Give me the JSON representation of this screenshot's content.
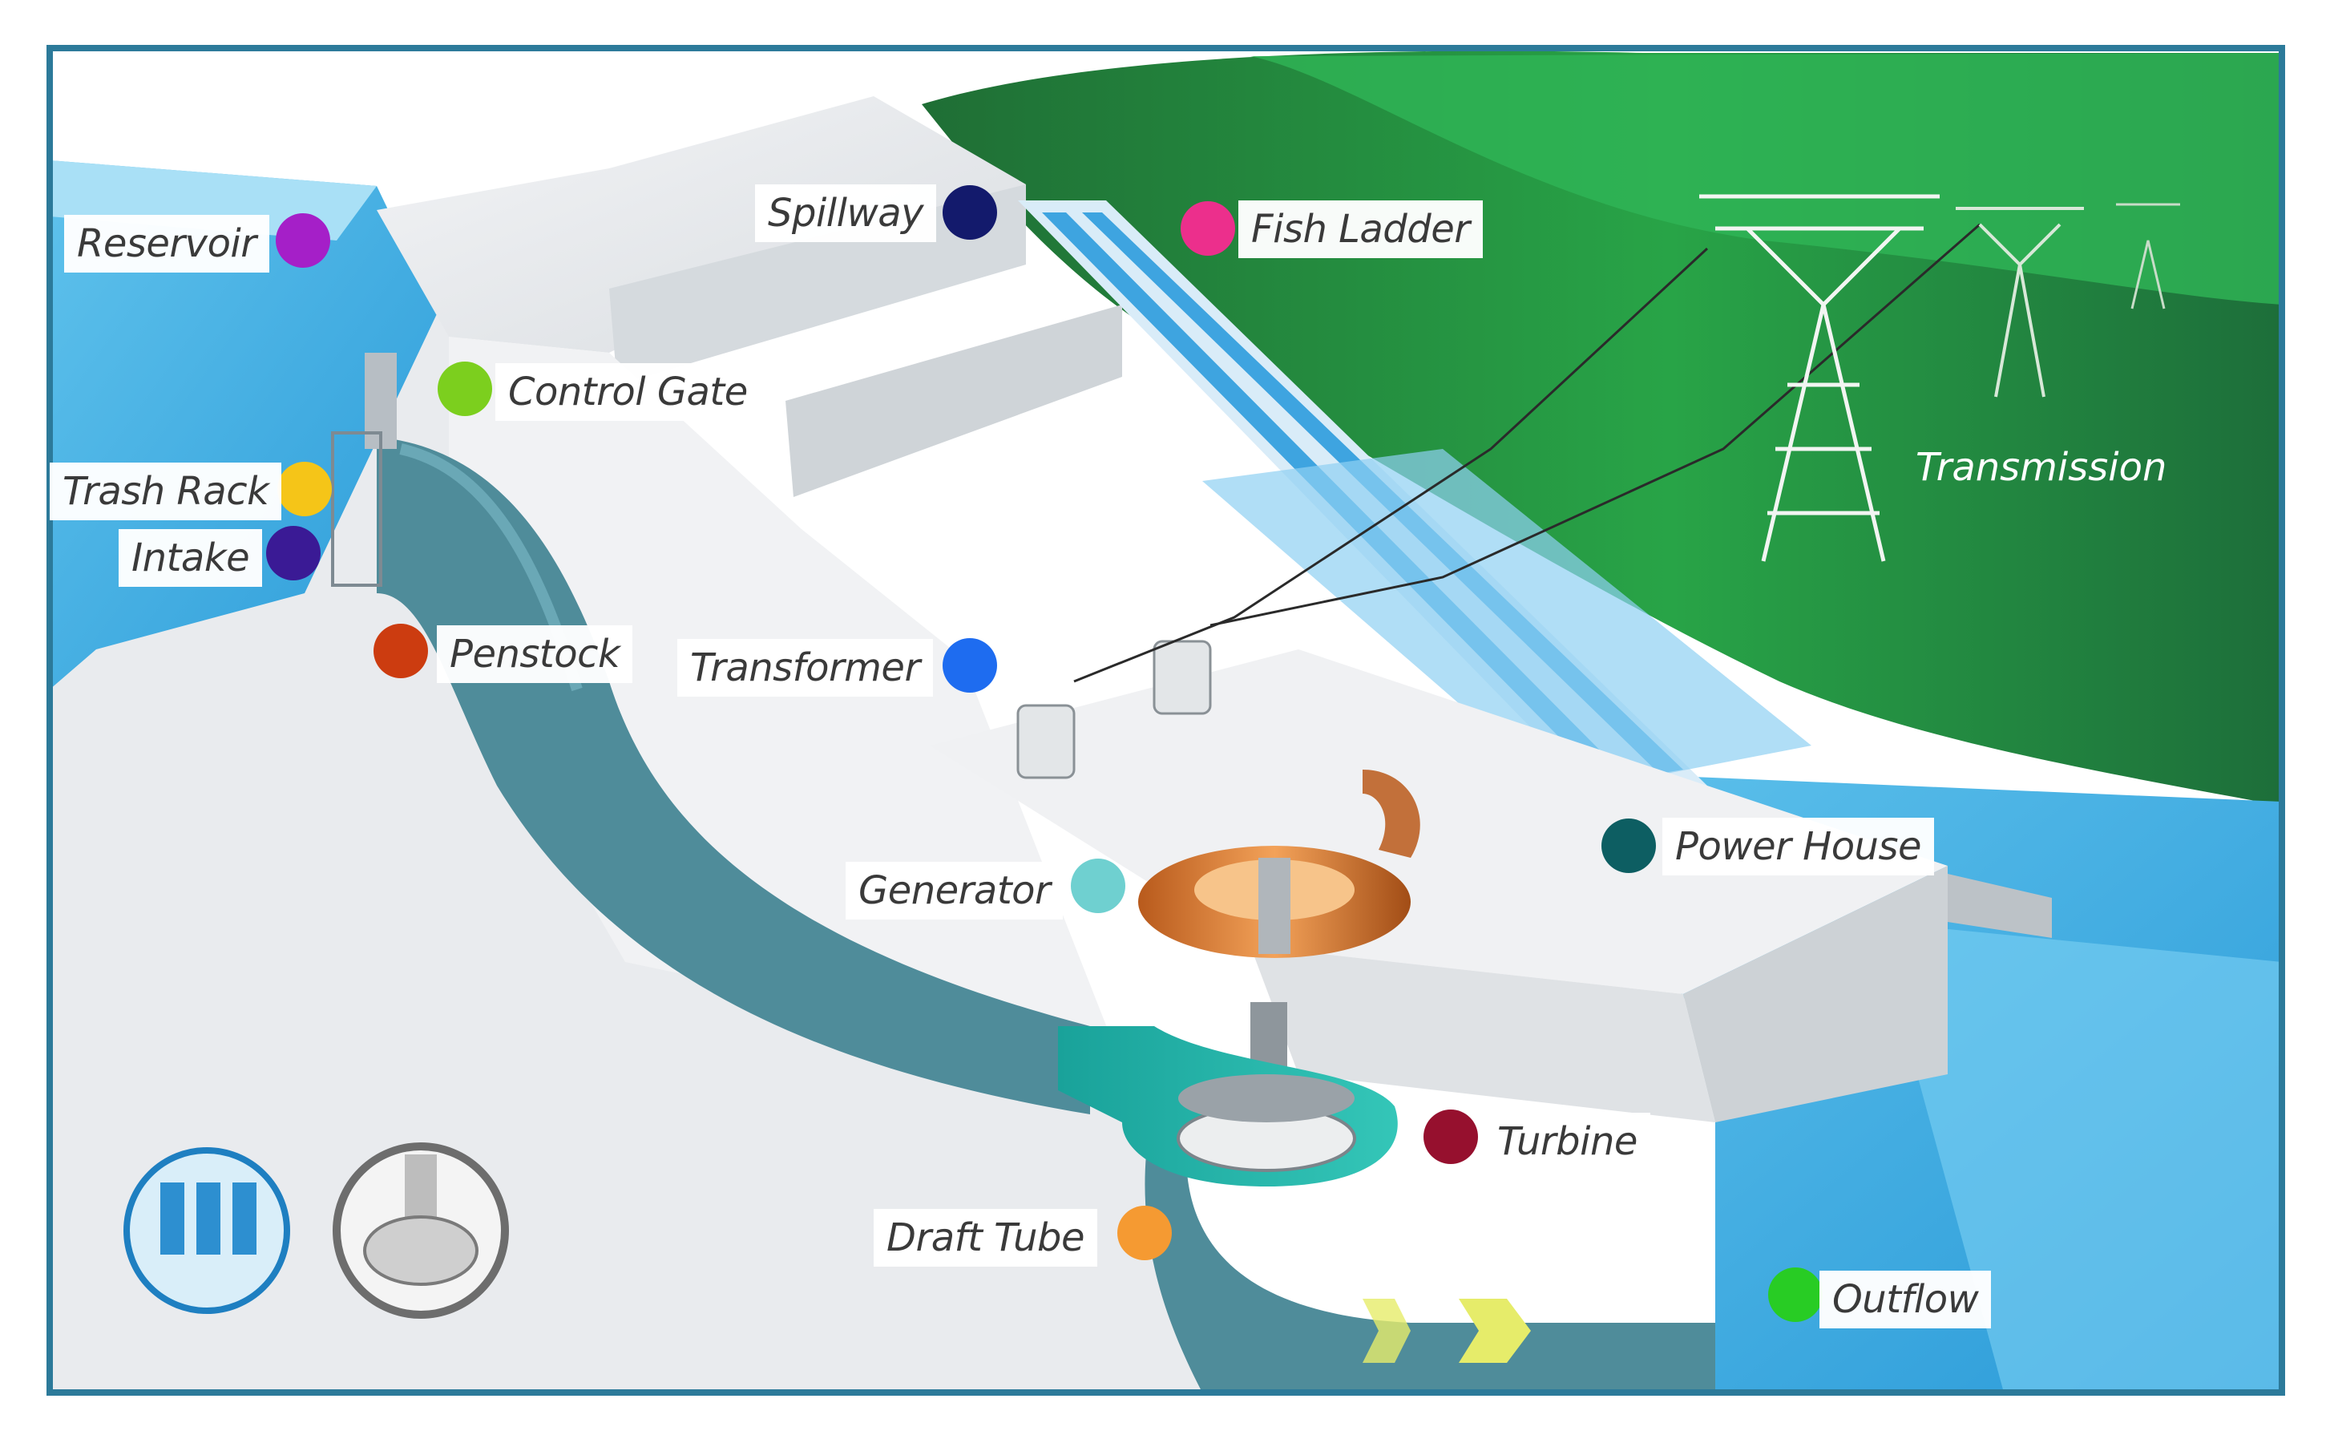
{
  "labels": {
    "reservoir": "Reservoir",
    "control_gate": "Control Gate",
    "trash_rack": "Trash Rack",
    "intake": "Intake",
    "penstock": "Penstock",
    "spillway": "Spillway",
    "fish_ladder": "Fish Ladder",
    "transformer": "Transformer",
    "generator": "Generator",
    "power_house": "Power House",
    "turbine": "Turbine",
    "draft_tube": "Draft Tube",
    "outflow": "Outflow",
    "transmission": "Transmission"
  },
  "colors": {
    "reservoir": "#a51fc8",
    "control_gate": "#7ccf1e",
    "trash_rack": "#f5c518",
    "intake": "#3a1a95",
    "penstock": "#cc3c10",
    "spillway": "#131a6c",
    "fish_ladder": "#ec2f8c",
    "transformer": "#1e6cf0",
    "generator": "#6fd0d0",
    "power_house": "#0d5e62",
    "turbine": "#96102e",
    "draft_tube": "#f59a32",
    "outflow": "#28cc24",
    "water_dark": "#4f8c9a",
    "hill_green": "#1c7a3c",
    "frame": "#2c7a9a"
  },
  "icons": [
    "dam-icon",
    "turbine-icon"
  ]
}
